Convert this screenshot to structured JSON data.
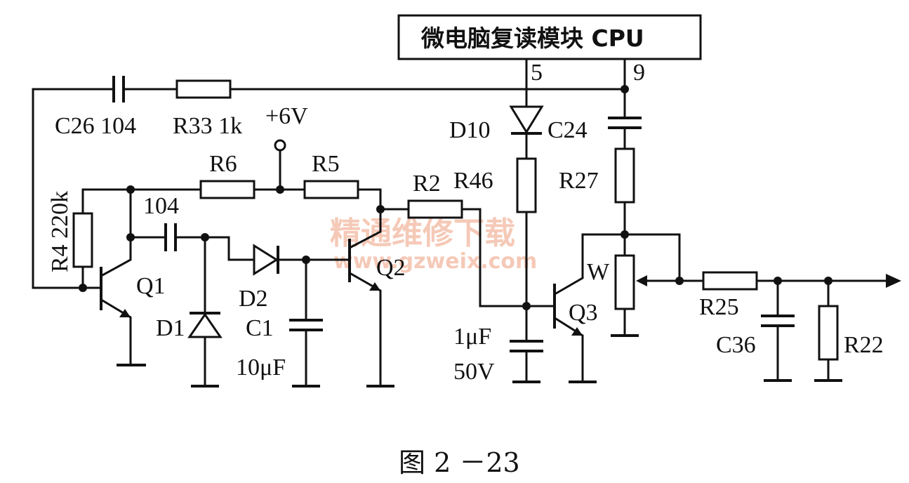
{
  "cpu_box": "微电脑复读模块 CPU",
  "pins": {
    "p5": "5",
    "p9": "9"
  },
  "labels": {
    "c26": "C26 104",
    "r33": "R33 1k",
    "vcc": "+6V",
    "r6": "R6",
    "r5": "R5",
    "r2": "R2",
    "r4": "R4  220k",
    "cap104": "104",
    "q1": "Q1",
    "d1": "D1",
    "d2": "D2",
    "c1": "C1",
    "c1v": "10μF",
    "q2": "Q2",
    "d10": "D10",
    "r46": "R46",
    "c24": "C24",
    "r27": "R27",
    "w": "W",
    "q3": "Q3",
    "cap1uf": "1μF",
    "cap50v": "50V",
    "r25": "R25",
    "c36": "C36",
    "r22": "R22"
  },
  "watermark": {
    "cn": "精通维修下载",
    "url": "www.gzweix.com"
  },
  "caption": "图 2 －23"
}
